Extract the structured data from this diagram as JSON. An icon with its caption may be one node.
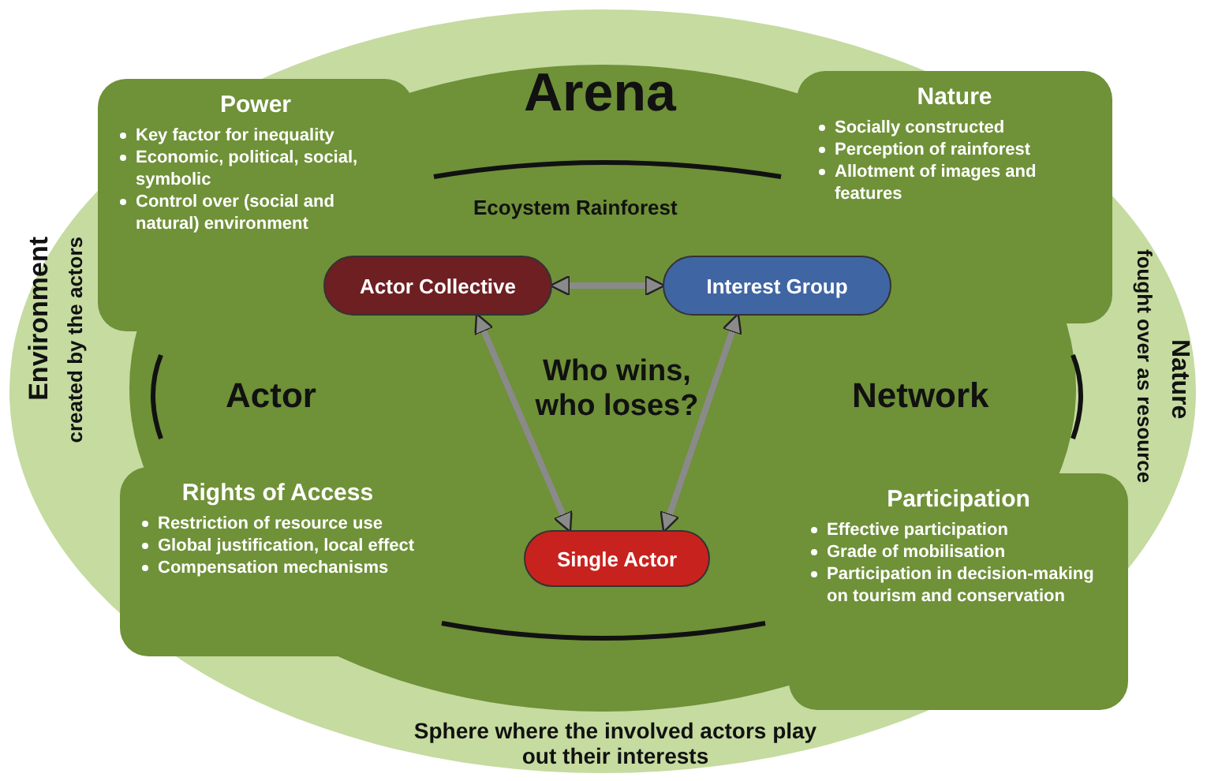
{
  "diagram": {
    "nodes": [
      {
        "text": [
          "Power",
          "Key factor for inequality",
          "Economic, political, social, symbolic",
          "Control over (social and natural) environment"
        ]
      },
      {
        "text": [
          "Nature",
          "Socially constructed",
          "Perception of rainforest",
          "Allotment of images  and features"
        ]
      },
      {
        "text": [
          "Actor Collective"
        ]
      },
      {
        "text": [
          "Interest Group"
        ]
      },
      {
        "text": [
          "Rights of Access",
          "Restriction of resource use",
          "Global justification, local effect",
          "Compensation mechanisms"
        ]
      },
      {
        "text": [
          "Participation",
          "Effective participation",
          "Grade of mobilisation",
          "Participation in decision-making on tourism and conservation"
        ]
      },
      {
        "text": [
          "Single Actor"
        ]
      }
    ],
    "edges": [
      {
        "from": 2,
        "to": 3,
        "arrow": "both"
      },
      {
        "from": 2,
        "to": 6,
        "arrow": "both"
      },
      {
        "from": 3,
        "to": 6,
        "arrow": "both"
      }
    ],
    "labels": [
      "Arena",
      "Ecoystem Rainforest",
      "Environment",
      "created by the actors",
      "Actor",
      "Who wins, who loses?",
      "Network",
      "Nature",
      "fought over as resource",
      "Sphere where the involved actors play out their interests"
    ]
  }
}
